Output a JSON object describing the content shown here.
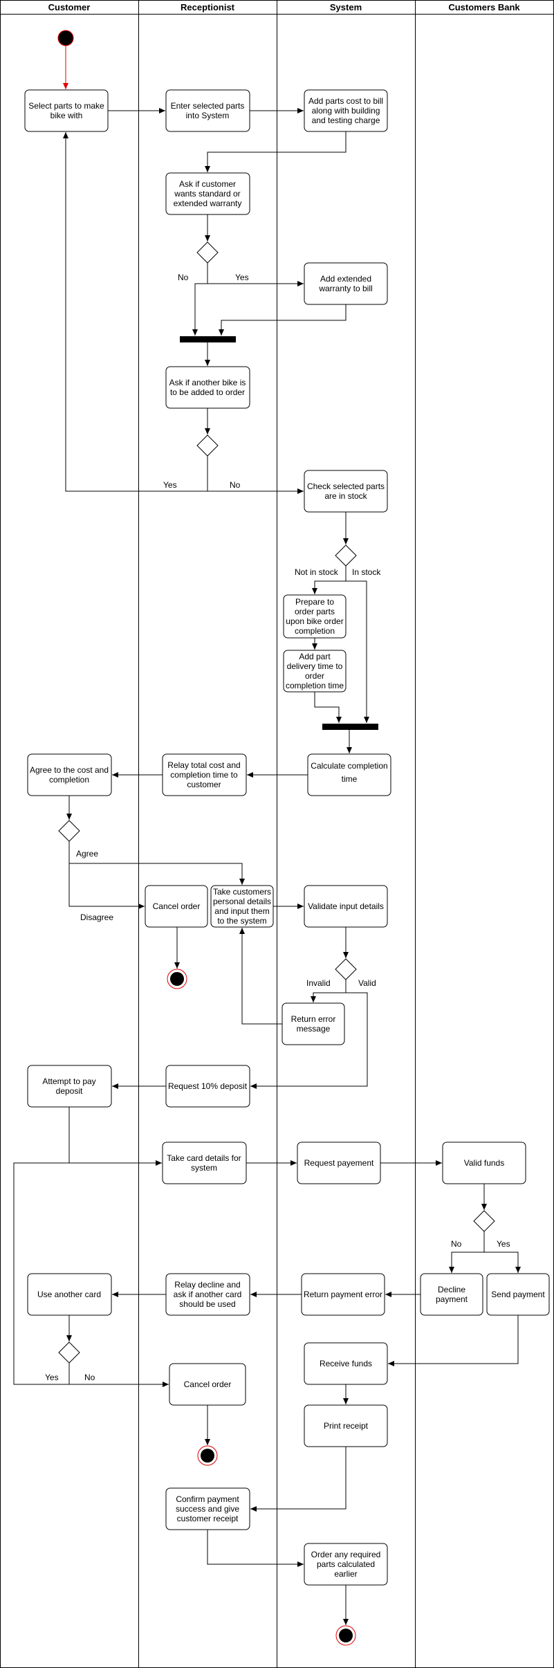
{
  "lanes": [
    "Customer",
    "Receptionist",
    "System",
    "Customers Bank"
  ],
  "nodes": {
    "select_parts": [
      "Select parts to make",
      "bike with"
    ],
    "enter_parts": [
      "Enter selected parts",
      "into System"
    ],
    "add_cost": [
      "Add parts cost to bill",
      "along with building",
      "and testing charge"
    ],
    "ask_warranty": [
      "Ask if customer",
      "wants standard or",
      "extended warranty"
    ],
    "add_warranty": [
      "Add extended",
      "warranty to bill"
    ],
    "ask_another": [
      "Ask if another bike is",
      "to be added to order"
    ],
    "check_stock": [
      "Check selected parts",
      "are in stock"
    ],
    "prepare_order": [
      "Prepare to",
      "order parts",
      "upon bike order",
      "completion"
    ],
    "add_delivery": [
      "Add part",
      "delivery time to",
      "order",
      "completion time"
    ],
    "calc_completion": [
      "Calculate completion",
      "time"
    ],
    "relay_cost": [
      "Relay total cost and",
      "completion time to",
      "customer"
    ],
    "agree_cost": [
      "Agree to the cost and",
      "completion"
    ],
    "cancel_order_1": [
      "Cancel order"
    ],
    "take_details": [
      "Take customers",
      "personal details",
      "and input them",
      "to the system"
    ],
    "validate": [
      "Validate input details"
    ],
    "return_error": [
      "Return error",
      "message"
    ],
    "request_deposit": [
      "Request 10% deposit"
    ],
    "attempt_pay": [
      "Attempt to pay",
      "deposit"
    ],
    "take_card": [
      "Take card details for",
      "system"
    ],
    "request_payment": [
      "Request payement"
    ],
    "valid_funds": [
      "Valid funds"
    ],
    "decline_payment": [
      "Decline",
      "payment"
    ],
    "send_payment": [
      "Send payment"
    ],
    "return_payment_error": [
      "Return payment error"
    ],
    "relay_decline": [
      "Relay decline and",
      "ask if another card",
      "should be used"
    ],
    "use_another_card": [
      "Use another card"
    ],
    "cancel_order_2": [
      "Cancel order"
    ],
    "receive_funds": [
      "Receive funds"
    ],
    "print_receipt": [
      "Print receipt"
    ],
    "confirm_payment": [
      "Confirm payment",
      "success and give",
      "customer receipt"
    ],
    "order_parts": [
      "Order any required",
      "parts calculated",
      "earlier"
    ]
  },
  "guards": {
    "warranty_no": "No",
    "warranty_yes": "Yes",
    "another_yes": "Yes",
    "another_no": "No",
    "not_in_stock": "Not in stock",
    "in_stock": "In stock",
    "agree": "Agree",
    "disagree": "Disagree",
    "invalid": "Invalid",
    "valid": "Valid",
    "funds_no": "No",
    "funds_yes": "Yes",
    "card_yes": "Yes",
    "card_no": "No"
  }
}
